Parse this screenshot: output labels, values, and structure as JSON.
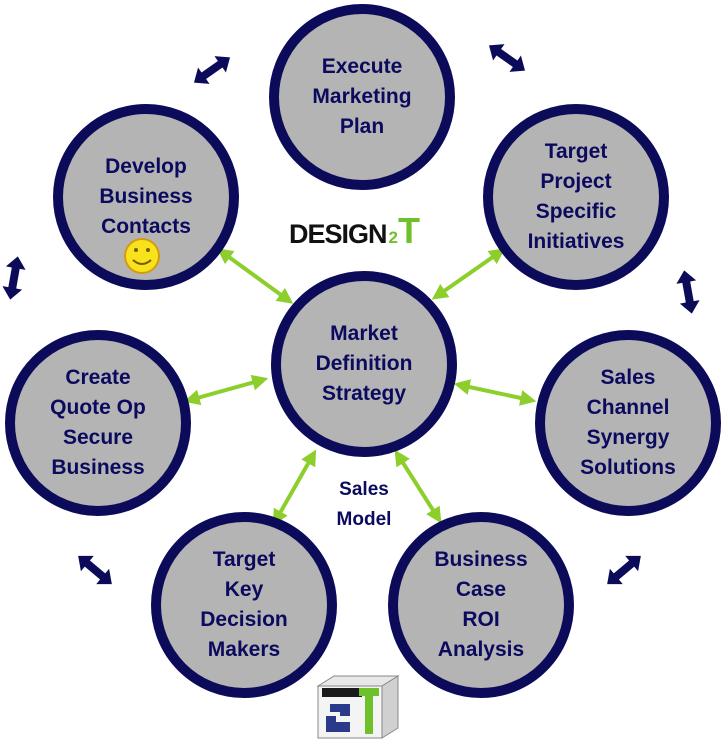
{
  "logo": {
    "word": "DESIGN",
    "two": "2",
    "tee": "T"
  },
  "center": {
    "lines": [
      "Market",
      "Definition",
      "Strategy"
    ]
  },
  "caption": {
    "lines": [
      "Sales",
      "Model"
    ]
  },
  "nodes": [
    {
      "lines": [
        "Execute",
        "Marketing",
        "Plan"
      ]
    },
    {
      "lines": [
        "Target",
        "Project",
        "Specific",
        "Initiatives"
      ]
    },
    {
      "lines": [
        "Sales",
        "Channel",
        "Synergy",
        "Solutions"
      ]
    },
    {
      "lines": [
        "Business",
        "Case",
        "ROI",
        "Analysis"
      ]
    },
    {
      "lines": [
        "Target",
        "Key",
        "Decision",
        "Makers"
      ]
    },
    {
      "lines": [
        "Create",
        "Quote Op",
        "Secure",
        "Business"
      ]
    },
    {
      "lines": [
        "Develop",
        "Business",
        "Contacts"
      ]
    }
  ],
  "colors": {
    "circle_fill": "#b4b4b4",
    "circle_ring": "#0c0b5a",
    "text": "#0b0a5e",
    "green_arrow": "#8ccf2c",
    "navy_arrow": "#0c0b5a",
    "brand_green": "#6fc12c"
  },
  "icons": [
    "smiley-icon",
    "design2t-cube-logo"
  ]
}
